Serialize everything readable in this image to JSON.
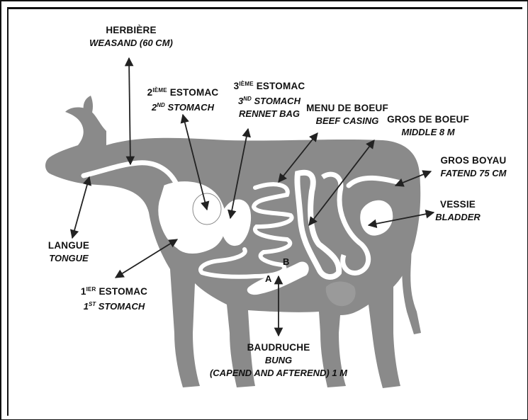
{
  "colors": {
    "cow": "#8a8a8a",
    "organ": "#ffffff",
    "text": "#111111",
    "arrow": "#222222"
  },
  "labels": {
    "herbiere": {
      "fr": "HERBIÈRE",
      "en": "WEASAND (60 CM)"
    },
    "estomac2": {
      "num": "2",
      "sup": "IÈME",
      "fr": "ESTOMAC",
      "en_num": "2",
      "en_sup": "ND",
      "en": "STOMACH"
    },
    "estomac3": {
      "num": "3",
      "sup": "IÈME",
      "fr": "ESTOMAC",
      "en_num": "3",
      "en_sup": "ND",
      "en": "STOMACH",
      "en2": "RENNET BAG"
    },
    "menu": {
      "fr": "MENU DE BOEUF",
      "en": "BEEF CASING"
    },
    "gros": {
      "fr": "GROS DE BOEUF",
      "en": "MIDDLE 8 M"
    },
    "boyau": {
      "fr": "GROS BOYAU",
      "en": "FATEND 75 CM"
    },
    "vessie": {
      "fr": "VESSIE",
      "en": "BLADDER"
    },
    "langue": {
      "fr": "LANGUE",
      "en": "TONGUE"
    },
    "estomac1": {
      "num": "1",
      "sup": "IER",
      "fr": "ESTOMAC",
      "en_num": "1",
      "en_sup": "ST",
      "en": "STOMACH"
    },
    "baudruche": {
      "fr": "BAUDRUCHE",
      "en": "BUNG",
      "en2": "(CAPEND AND AFTEREND) 1 M"
    }
  },
  "markers": {
    "a": "A",
    "b": "B"
  }
}
